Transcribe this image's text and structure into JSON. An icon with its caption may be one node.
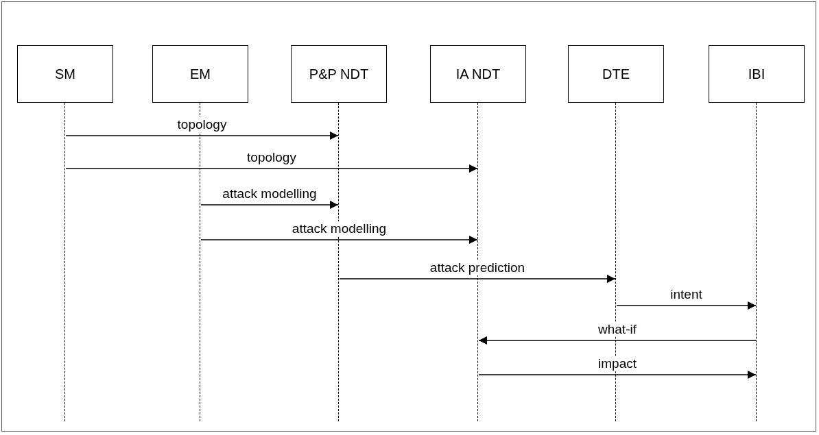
{
  "diagram": {
    "nodes": [
      {
        "text": [
          "SM"
        ]
      },
      {
        "text": [
          "EM"
        ]
      },
      {
        "text": [
          "P&P NDT"
        ]
      },
      {
        "text": [
          "IA NDT"
        ]
      },
      {
        "text": [
          "DTE"
        ]
      },
      {
        "text": [
          "IBI"
        ]
      },
      {
        "text": [],
        "shape": "bar"
      },
      {
        "text": [],
        "shape": "bar"
      },
      {
        "text": [],
        "shape": "bar"
      },
      {
        "text": [],
        "shape": "bar"
      },
      {
        "text": [],
        "shape": "bar"
      },
      {
        "text": [],
        "shape": "bar"
      }
    ],
    "edges": [
      {
        "from": 6,
        "to": 8,
        "arrow": "to",
        "label": "topology"
      },
      {
        "from": 6,
        "to": 9,
        "arrow": "to",
        "label": "topology"
      },
      {
        "from": 7,
        "to": 8,
        "arrow": "to",
        "label": "attack modelling"
      },
      {
        "from": 7,
        "to": 9,
        "arrow": "to",
        "label": "attack modelling"
      },
      {
        "from": 8,
        "to": 10,
        "arrow": "to",
        "label": "attack prediction"
      },
      {
        "from": 10,
        "to": 11,
        "arrow": "to",
        "label": "intent"
      },
      {
        "from": 11,
        "to": 9,
        "arrow": "to",
        "label": "what-if"
      },
      {
        "from": 9,
        "to": 11,
        "arrow": "to",
        "label": "impact"
      }
    ]
  }
}
